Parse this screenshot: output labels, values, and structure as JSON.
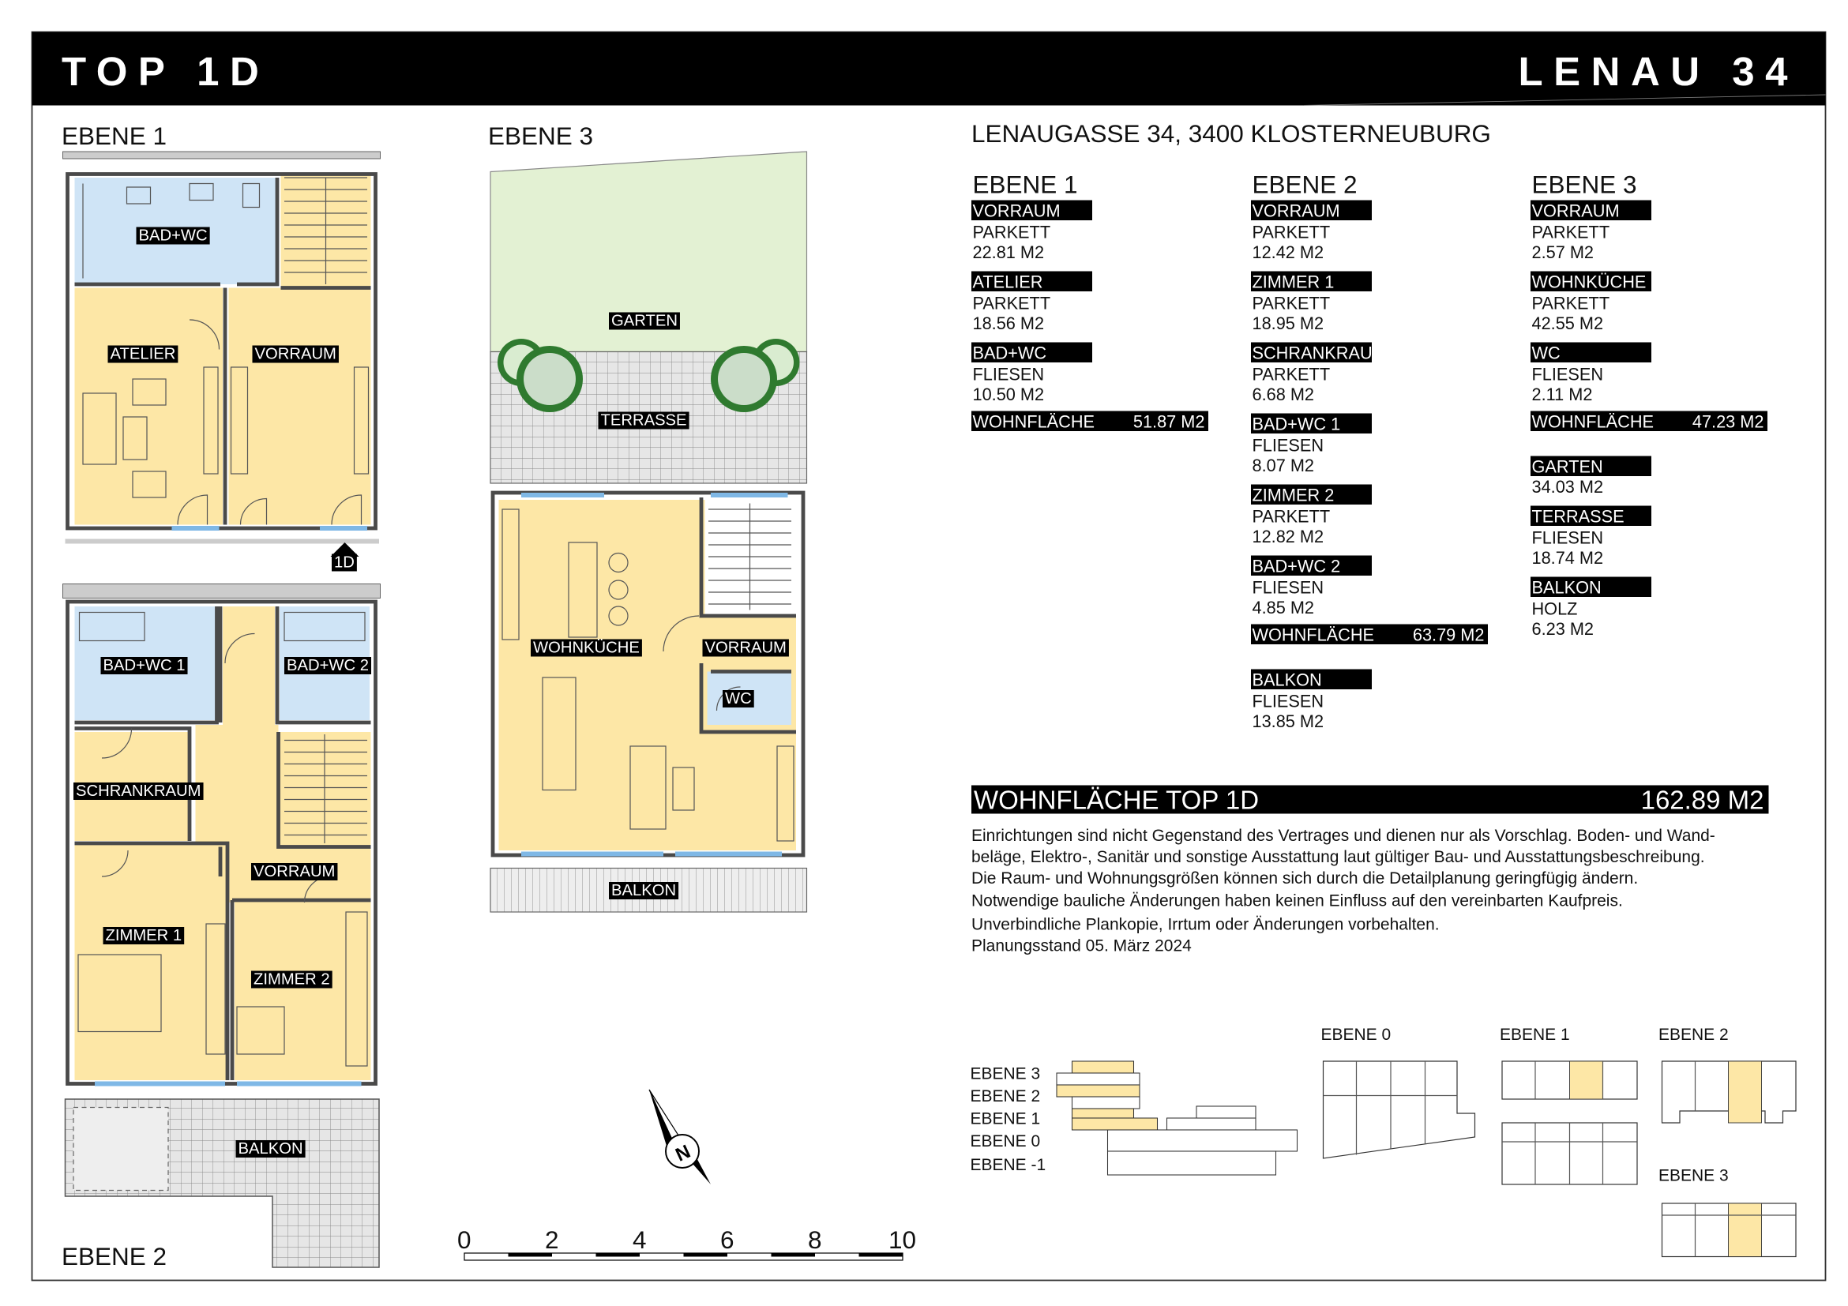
{
  "header": {
    "unit": "TOP 1D",
    "project": "LENAU 34"
  },
  "address": "LENAUGASSE 34, 3400 KLOSTERNEUBURG",
  "plans": {
    "ebene1": {
      "title": "EBENE 1",
      "rooms": [
        "BAD+WC",
        "ATELIER",
        "VORRAUM"
      ],
      "entrance": "1D"
    },
    "ebene2": {
      "title": "EBENE 2",
      "rooms": [
        "BAD+WC 1",
        "BAD+WC 2",
        "SCHRANKRAUM",
        "VORRAUM",
        "ZIMMER 1",
        "ZIMMER 2",
        "BALKON"
      ]
    },
    "ebene3": {
      "title": "EBENE 3",
      "rooms": [
        "GARTEN",
        "TERRASSE",
        "WOHNKÜCHE",
        "VORRAUM",
        "WC",
        "BALKON"
      ]
    }
  },
  "areas": {
    "ebene1": {
      "title": "EBENE 1",
      "rooms": [
        {
          "name": "VORRAUM",
          "floor": "PARKETT",
          "area": "22.81 M2"
        },
        {
          "name": "ATELIER",
          "floor": "PARKETT",
          "area": "18.56 M2"
        },
        {
          "name": "BAD+WC",
          "floor": "FLIESEN",
          "area": "10.50 M2"
        }
      ],
      "total_label": "WOHNFLÄCHE",
      "total": "51.87 M2"
    },
    "ebene2": {
      "title": "EBENE 2",
      "rooms": [
        {
          "name": "VORRAUM",
          "floor": "PARKETT",
          "area": "12.42 M2"
        },
        {
          "name": "ZIMMER 1",
          "floor": "PARKETT",
          "area": "18.95 M2"
        },
        {
          "name": "SCHRANKRAUM",
          "floor": "PARKETT",
          "area": "6.68 M2"
        },
        {
          "name": "BAD+WC 1",
          "floor": "FLIESEN",
          "area": "8.07 M2"
        },
        {
          "name": "ZIMMER 2",
          "floor": "PARKETT",
          "area": "12.82 M2"
        },
        {
          "name": "BAD+WC 2",
          "floor": "FLIESEN",
          "area": "4.85 M2"
        }
      ],
      "total_label": "WOHNFLÄCHE",
      "total": "63.79 M2",
      "outdoor": [
        {
          "name": "BALKON",
          "floor": "FLIESEN",
          "area": "13.85 M2"
        }
      ]
    },
    "ebene3": {
      "title": "EBENE 3",
      "rooms": [
        {
          "name": "VORRAUM",
          "floor": "PARKETT",
          "area": "2.57 M2"
        },
        {
          "name": "WOHNKÜCHE",
          "floor": "PARKETT",
          "area": "42.55 M2"
        },
        {
          "name": "WC",
          "floor": "FLIESEN",
          "area": "2.11 M2"
        }
      ],
      "total_label": "WOHNFLÄCHE",
      "total": "47.23 M2",
      "outdoor": [
        {
          "name": "GARTEN",
          "area": "34.03 M2"
        },
        {
          "name": "TERRASSE",
          "floor": "FLIESEN",
          "area": "18.74 M2"
        },
        {
          "name": "BALKON",
          "floor": "HOLZ",
          "area": "6.23 M2"
        }
      ]
    }
  },
  "total": {
    "label": "WOHNFLÄCHE TOP 1D",
    "value": "162.89 M2"
  },
  "disclaimer": [
    "Einrichtungen sind nicht Gegenstand des Vertrages und dienen nur als Vorschlag. Boden- und Wand-",
    "beläge, Elektro-, Sanitär und sonstige Ausstattung laut gültiger Bau- und Ausstattungsbeschreibung.",
    "Die Raum- und Wohnungsgrößen können sich durch die Detailplanung geringfügig ändern.",
    "Notwendige bauliche Änderungen haben keinen Einfluss auf den vereinbarten Kaufpreis.",
    "Unverbindliche Plankopie, Irrtum oder Änderungen vorbehalten.",
    "Planungsstand 05. März 2024"
  ],
  "keyplan": {
    "section_levels": [
      "EBENE 3",
      "EBENE 2",
      "EBENE 1",
      "EBENE 0",
      "EBENE -1"
    ],
    "plans": [
      "EBENE 0",
      "EBENE 1",
      "EBENE 2",
      "EBENE 3"
    ]
  },
  "compass": "N",
  "scale": [
    "0",
    "2",
    "4",
    "6",
    "8",
    "10"
  ],
  "colors": {
    "living": "#fde7a6",
    "wet": "#cfe4f6",
    "garden": "#e3f1d3",
    "bar": "#000000"
  }
}
